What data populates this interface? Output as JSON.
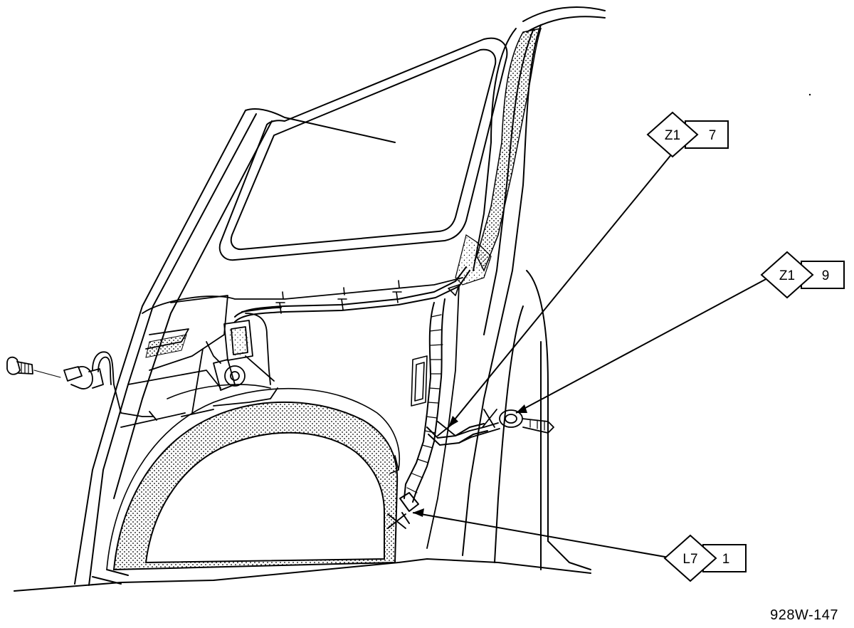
{
  "figure_id": "928W-147",
  "callouts": [
    {
      "id": "c1",
      "connector": "Z1",
      "number": "7"
    },
    {
      "id": "c2",
      "connector": "Z1",
      "number": "9"
    },
    {
      "id": "c3",
      "connector": "L7",
      "number": "1"
    }
  ]
}
